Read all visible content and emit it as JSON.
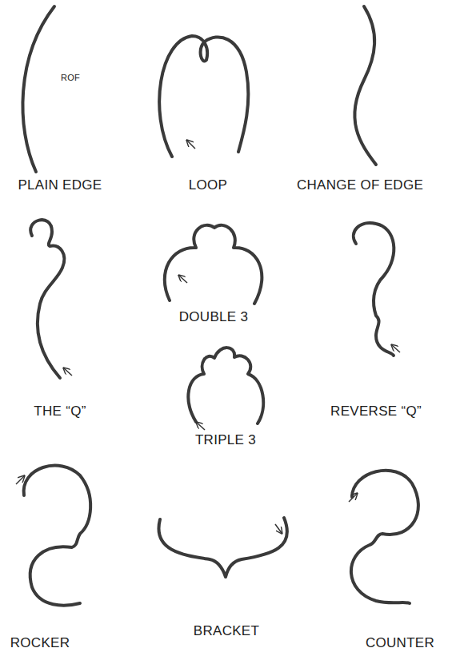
{
  "diagram": {
    "labels": [
      "ROF",
      "PLAIN EDGE",
      "LOOP",
      "CHANGE OF EDGE",
      "THE “Q”",
      "DOUBLE 3",
      "REVERSE “Q”",
      "TRIPLE 3",
      "ROCKER",
      "BRACKET",
      "COUNTER"
    ]
  }
}
